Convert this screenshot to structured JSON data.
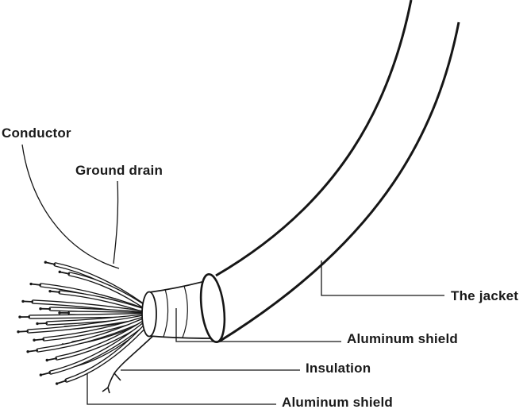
{
  "diagram": {
    "type": "labeled-technical-diagram",
    "subject": "stripped multi-conductor shielded cable end"
  },
  "labels": {
    "conductor": "Conductor",
    "ground_drain": "Ground drain",
    "jacket": "The jacket",
    "aluminum_shield_upper": "Aluminum shield",
    "insulation": "Insulation",
    "aluminum_shield_lower": "Aluminum shield"
  },
  "colors": {
    "line": "#161616",
    "background": "#ffffff"
  }
}
